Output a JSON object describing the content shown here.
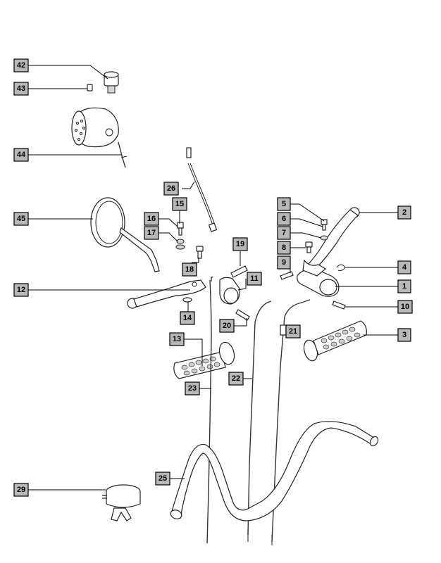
{
  "callouts": [
    "42",
    "43",
    "44",
    "45",
    "26",
    "15",
    "16",
    "17",
    "18",
    "19",
    "11",
    "12",
    "14",
    "20",
    "13",
    "23",
    "22",
    "21",
    "5",
    "6",
    "7",
    "8",
    "9",
    "2",
    "4",
    "1",
    "10",
    "3",
    "25",
    "29"
  ],
  "colors": {
    "label_fill": "#b8b8b8",
    "line": "#000000",
    "background": "#ffffff"
  }
}
